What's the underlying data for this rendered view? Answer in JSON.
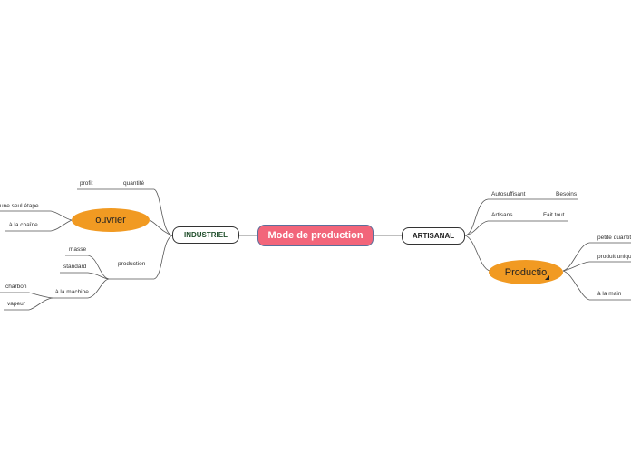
{
  "central": {
    "label": "Mode de production"
  },
  "left": {
    "branch": "INDUSTRIEL",
    "profit": "profit",
    "quantite": "quantité",
    "ouvrier": "ouvrier",
    "une_seul_etape": "une seul étape",
    "a_la_chaine": "à la chaîne",
    "production": "production",
    "masse": "masse",
    "standard": "standard",
    "a_la_machine": "à la machine",
    "charbon": "charbon",
    "vapeur": "vapeur"
  },
  "right": {
    "branch": "ARTISANAL",
    "autosuffisant": "Autosuffisant",
    "besoins": "Besoins",
    "artisans": "Artisans",
    "fait_tout": "Fait tout",
    "productio": "Productio",
    "petite_quantite": "petite quantit",
    "produit_unique": "produit uniqu",
    "a_la_main": "à la main"
  },
  "colors": {
    "central": "#f2657a",
    "topic": "#f19a22",
    "line": "#555555"
  }
}
